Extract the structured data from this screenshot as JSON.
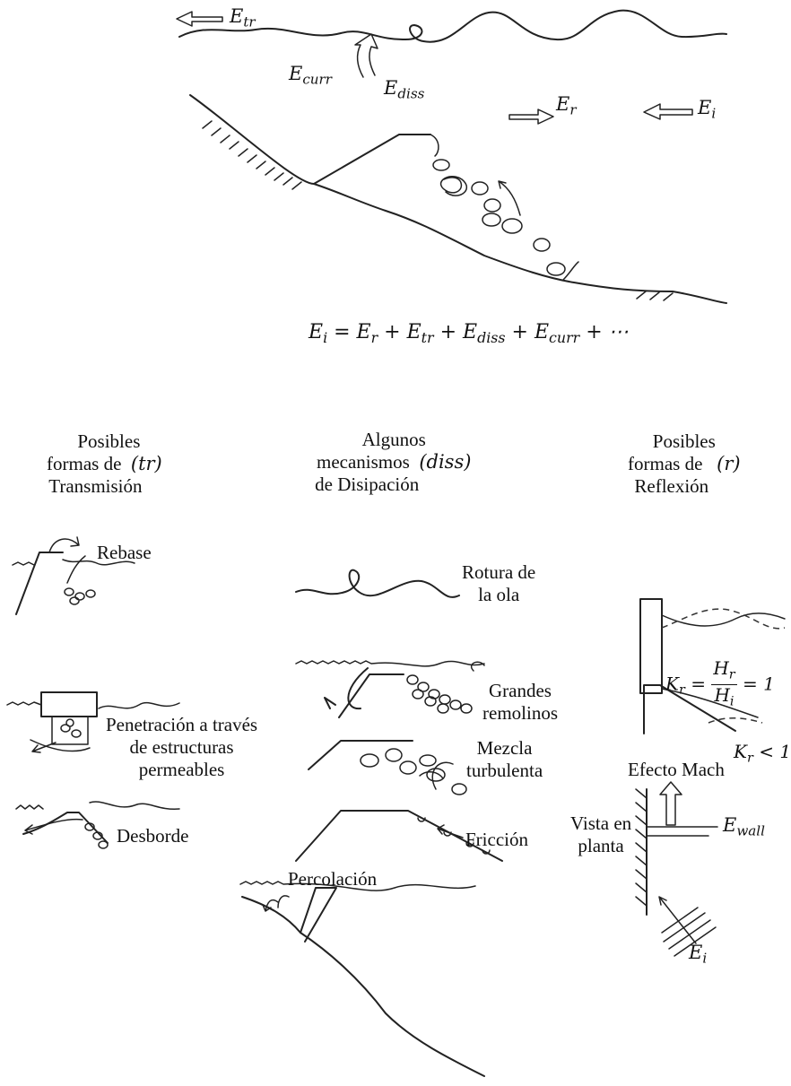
{
  "energy": {
    "tr": "E_tr",
    "curr": "E_curr",
    "diss": "E_diss",
    "r": "E_r",
    "i": "E_i",
    "equation": "E_i = E_r + E_tr + E_diss + E_curr + ⋯"
  },
  "columns": {
    "transmission": {
      "line1": "Posibles",
      "line2": "formas de",
      "line3": "Transmisión",
      "tag": "(tr)"
    },
    "dissipation": {
      "line1": "Algunos",
      "line2": "mecanismos",
      "line3": "de Disipación",
      "tag": "(diss)"
    },
    "reflection": {
      "line1": "Posibles",
      "line2": "formas de",
      "line3": "Reflexión",
      "tag": "(r)"
    }
  },
  "transmission_items": {
    "overtopping": "Rebase",
    "penetration_1": "Penetración a través",
    "penetration_2": "de estructuras",
    "penetration_3": "permeables",
    "overflow": "Desborde"
  },
  "dissipation_items": {
    "breaking_1": "Rotura de",
    "breaking_2": "la ola",
    "eddies_1": "Grandes",
    "eddies_2": "remolinos",
    "turbulence_1": "Mezcla",
    "turbulence_2": "turbulenta",
    "friction": "Fricción",
    "percolation": "Percolación"
  },
  "reflection_items": {
    "kr_full": "K_r = H_r / H_i = 1",
    "kr_partial": "K_r < 1",
    "mach": "Efecto Mach",
    "plan_1": "Vista en",
    "plan_2": "planta",
    "e_wall": "E_wall",
    "e_i": "E_i"
  }
}
